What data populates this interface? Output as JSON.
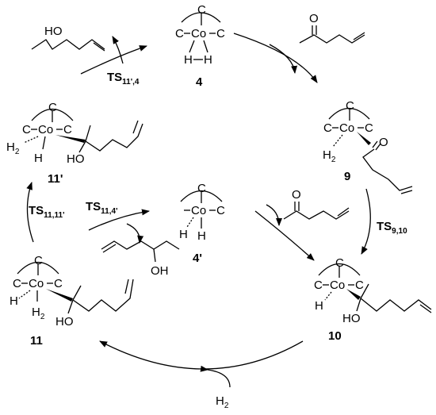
{
  "atoms": {
    "co": "Co",
    "c": "C",
    "h": "H",
    "h2_main": "H",
    "h2_sub": "2",
    "ho": "HO",
    "oh": "OH",
    "o": "O"
  },
  "compounds": {
    "c4": "4",
    "c4p": "4'",
    "c9": "9",
    "c10": "10",
    "c11": "11",
    "c11p": "11'"
  },
  "ts": {
    "ts_prefix": "TS",
    "ts_11p_4": "11',4",
    "ts_11_4p": "11,4'",
    "ts_11_11p": "11,11'",
    "ts_9_10": "9,10"
  },
  "byproduct": {
    "h2_main": "H",
    "h2_sub": "2"
  }
}
